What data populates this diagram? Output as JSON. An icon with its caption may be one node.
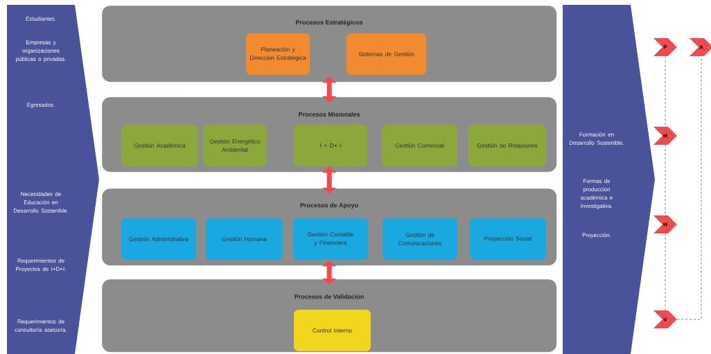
{
  "diagram": {
    "nodes": [
      {
        "text": [
          "Estudiantes.",
          "Empresas y organizaciones públicas o privadas.",
          "Egresados.",
          "Necesidades de Educación en Desarrollo Sostenible.",
          "Requerimientos de Proyectos de I+D+I.",
          "Requerimientos de consultoría asesoría."
        ]
      },
      {
        "text": [
          "Procesos Estratégicos"
        ]
      },
      {
        "text": [
          "Planeación y Dirección Estratégica"
        ],
        "in": 1
      },
      {
        "text": [
          "Sistemas de Gestión"
        ],
        "in": 1
      },
      {
        "text": [
          "Procesos Misionales"
        ]
      },
      {
        "text": [
          "Gestión Académica"
        ],
        "in": 4
      },
      {
        "text": [
          "Gestión Energético Ambiental"
        ],
        "in": 4
      },
      {
        "text": [
          "I + D+ I"
        ],
        "in": 4
      },
      {
        "text": [
          "Gestión Comercial"
        ],
        "in": 4
      },
      {
        "text": [
          "Gestión de Relaciones"
        ],
        "in": 4
      },
      {
        "text": [
          "Procesos de Apoyo"
        ]
      },
      {
        "text": [
          "Gestión Administrativa"
        ],
        "in": 10
      },
      {
        "text": [
          "Gestión Humana"
        ],
        "in": 10
      },
      {
        "text": [
          "Gestión Contable y Financiera"
        ],
        "in": 10
      },
      {
        "text": [
          "Gestión de Comunicaciones"
        ],
        "in": 10
      },
      {
        "text": [
          "Proyección Social"
        ],
        "in": 10
      },
      {
        "text": [
          "Procesos de Validación"
        ]
      },
      {
        "text": [
          "Control Interno"
        ],
        "in": 16
      },
      {
        "text": [
          "Formación en Desarrollo Sostenible.",
          "Formas de producción académica e investigativa.",
          "Proyección."
        ]
      },
      {
        "text": [
          "P"
        ]
      },
      {
        "text": [
          "A"
        ]
      },
      {
        "text": [
          "H"
        ]
      },
      {
        "text": [
          "H"
        ]
      },
      {
        "text": [
          "V"
        ]
      }
    ],
    "edges": [
      {
        "from": 1,
        "to": 4,
        "arrow": "both",
        "style": "thick",
        "color": "#ee4b50"
      },
      {
        "from": 4,
        "to": 10,
        "arrow": "both",
        "style": "thick",
        "color": "#ee4b50"
      },
      {
        "from": 10,
        "to": 16,
        "arrow": "both",
        "style": "thick",
        "color": "#ee4b50"
      },
      {
        "from": 19,
        "to": 21,
        "arrow": "none",
        "style": "dashed"
      },
      {
        "from": 21,
        "to": 22,
        "arrow": "none",
        "style": "dashed"
      },
      {
        "from": 22,
        "to": 23,
        "arrow": "none",
        "style": "dashed"
      },
      {
        "from": 23,
        "to": 20,
        "arrow": "none",
        "style": "dashed"
      }
    ]
  }
}
